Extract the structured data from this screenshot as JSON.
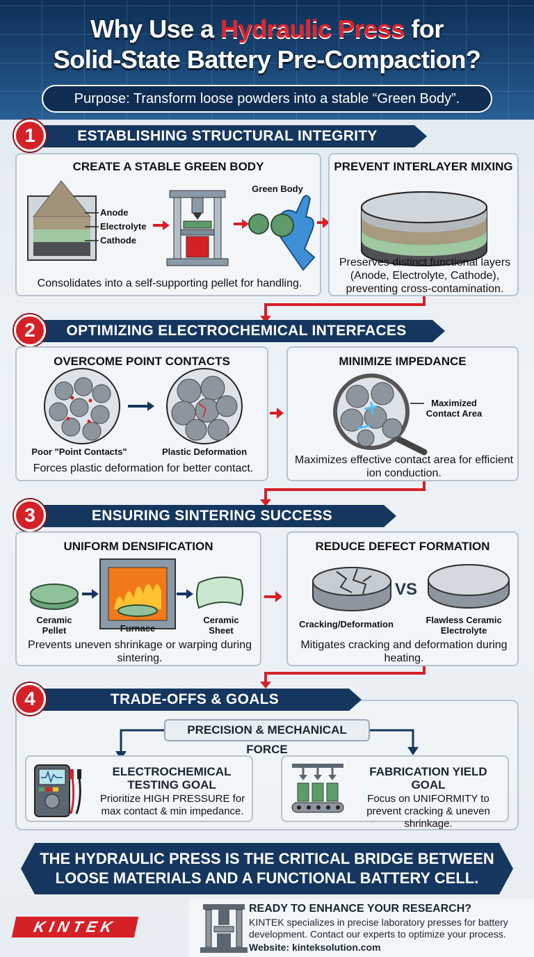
{
  "header": {
    "title_part1": "Why Use a ",
    "title_highlight": "Hydraulic Press",
    "title_part2": " for",
    "title_line2": "Solid-State Battery Pre-Compaction?",
    "purpose": "Purpose: Transform loose powders into a stable “Green Body”."
  },
  "sections": [
    {
      "number": "1",
      "title": "ESTABLISHING STRUCTURAL INTEGRITY",
      "left": {
        "title": "CREATE A STABLE GREEN BODY",
        "labels": [
          "Anode",
          "Electrolyte",
          "Cathode"
        ],
        "green_body_label": "Green Body",
        "caption": "Consolidates into a self-supporting pellet for handling."
      },
      "right": {
        "title": "PREVENT INTERLAYER MIXING",
        "caption": "Preserves distinct functional layers (Anode, Electrolyte, Cathode), preventing cross-contamination."
      }
    },
    {
      "number": "2",
      "title": "OPTIMIZING ELECTROCHEMICAL INTERFACES",
      "left": {
        "title": "OVERCOME POINT CONTACTS",
        "label_a": "Poor \"Point Contacts\"",
        "label_b": "Plastic Deformation",
        "caption": "Forces plastic deformation for better contact."
      },
      "right": {
        "title": "MINIMIZE IMPEDANCE",
        "callout": "Maximized Contact Area",
        "caption": "Maximizes effective contact area for efficient ion conduction."
      }
    },
    {
      "number": "3",
      "title": "ENSURING SINTERING SUCCESS",
      "left": {
        "title": "UNIFORM DENSIFICATION",
        "labels": [
          "Ceramic Pellet",
          "Furnace",
          "Ceramic Sheet"
        ],
        "caption": "Prevents uneven shrinkage or warping during sintering."
      },
      "right": {
        "title": "REDUCE DEFECT FORMATION",
        "label_a": "Cracking/Deformation",
        "vs": "VS",
        "label_b": "Flawless Ceramic Electrolyte",
        "caption": "Mitigates cracking and deformation during heating."
      }
    },
    {
      "number": "4",
      "title": "TRADE-OFFS & GOALS",
      "center": "PRECISION & MECHANICAL FORCE",
      "left": {
        "title": "ELECTROCHEMICAL TESTING GOAL",
        "caption": "Prioritize HIGH PRESSURE for max contact & min impedance."
      },
      "right": {
        "title": "FABRICATION YIELD GOAL",
        "caption": "Focus on UNIFORMITY to prevent cracking & uneven shrinkage."
      }
    }
  ],
  "banner": "THE HYDRAULIC PRESS IS THE CRITICAL BRIDGE BETWEEN LOOSE MATERIALS AND A FUNCTIONAL BATTERY CELL.",
  "cta": {
    "heading": "READY TO ENHANCE YOUR RESEARCH?",
    "body": "KINTEK specializes in precise laboratory presses for battery development. Contact our experts to optimize your process.",
    "website": "Website: kinteksolution.com"
  },
  "brand": "KINTEK",
  "colors": {
    "navy": "#15365f",
    "red": "#d62028",
    "green": "#5f9a6c"
  }
}
